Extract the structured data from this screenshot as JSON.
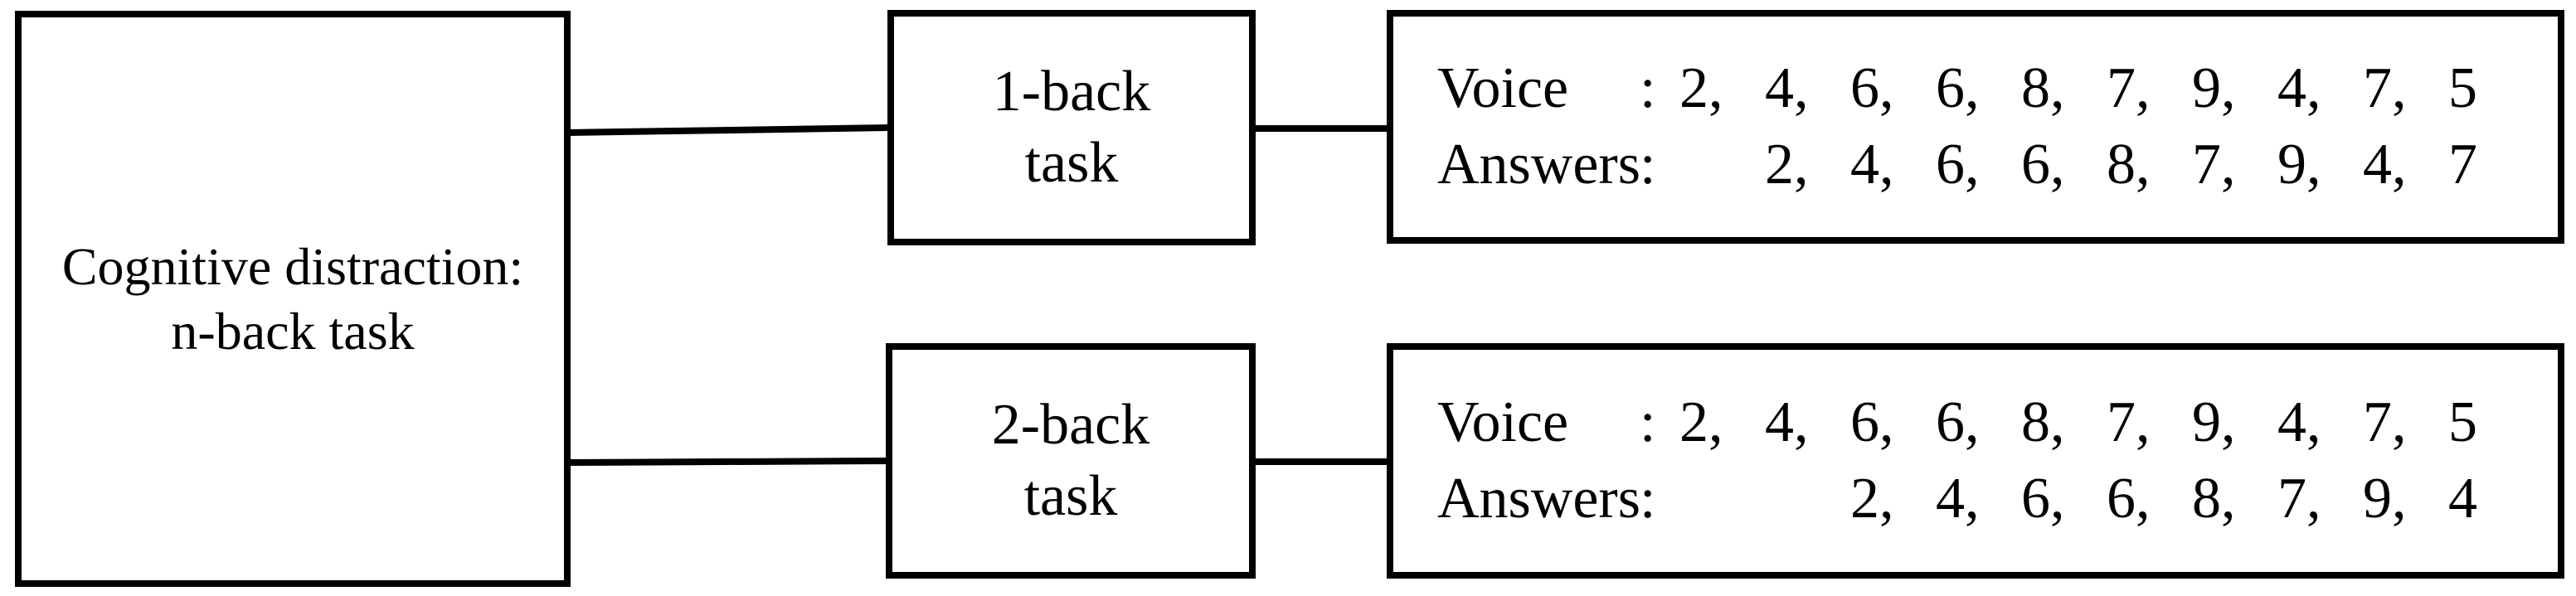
{
  "figure": {
    "background": "#ffffff",
    "line_color": "#000000",
    "root_box": {
      "line1": "Cognitive distraction:",
      "line2": "n-back task"
    },
    "task_boxes": [
      {
        "line1": "1-back",
        "line2": "task"
      },
      {
        "line1": "2-back",
        "line2": "task"
      }
    ],
    "sequence_boxes": [
      {
        "voice_label": "Voice",
        "voice_colon": ":",
        "answers_label": "Answers",
        "answers_colon": ":",
        "voice_numbers": [
          "2",
          "4",
          "6",
          "6",
          "8",
          "7",
          "9",
          "4",
          "7",
          "5"
        ],
        "answer_numbers": [
          "2",
          "4",
          "6",
          "6",
          "8",
          "7",
          "9",
          "4",
          "7"
        ],
        "answer_offset_slots": 1
      },
      {
        "voice_label": "Voice",
        "voice_colon": ":",
        "answers_label": "Answers",
        "answers_colon": ":",
        "voice_numbers": [
          "2",
          "4",
          "6",
          "6",
          "8",
          "7",
          "9",
          "4",
          "7",
          "5"
        ],
        "answer_numbers": [
          "2",
          "4",
          "6",
          "6",
          "8",
          "7",
          "9",
          "4"
        ],
        "answer_offset_slots": 2
      }
    ]
  }
}
